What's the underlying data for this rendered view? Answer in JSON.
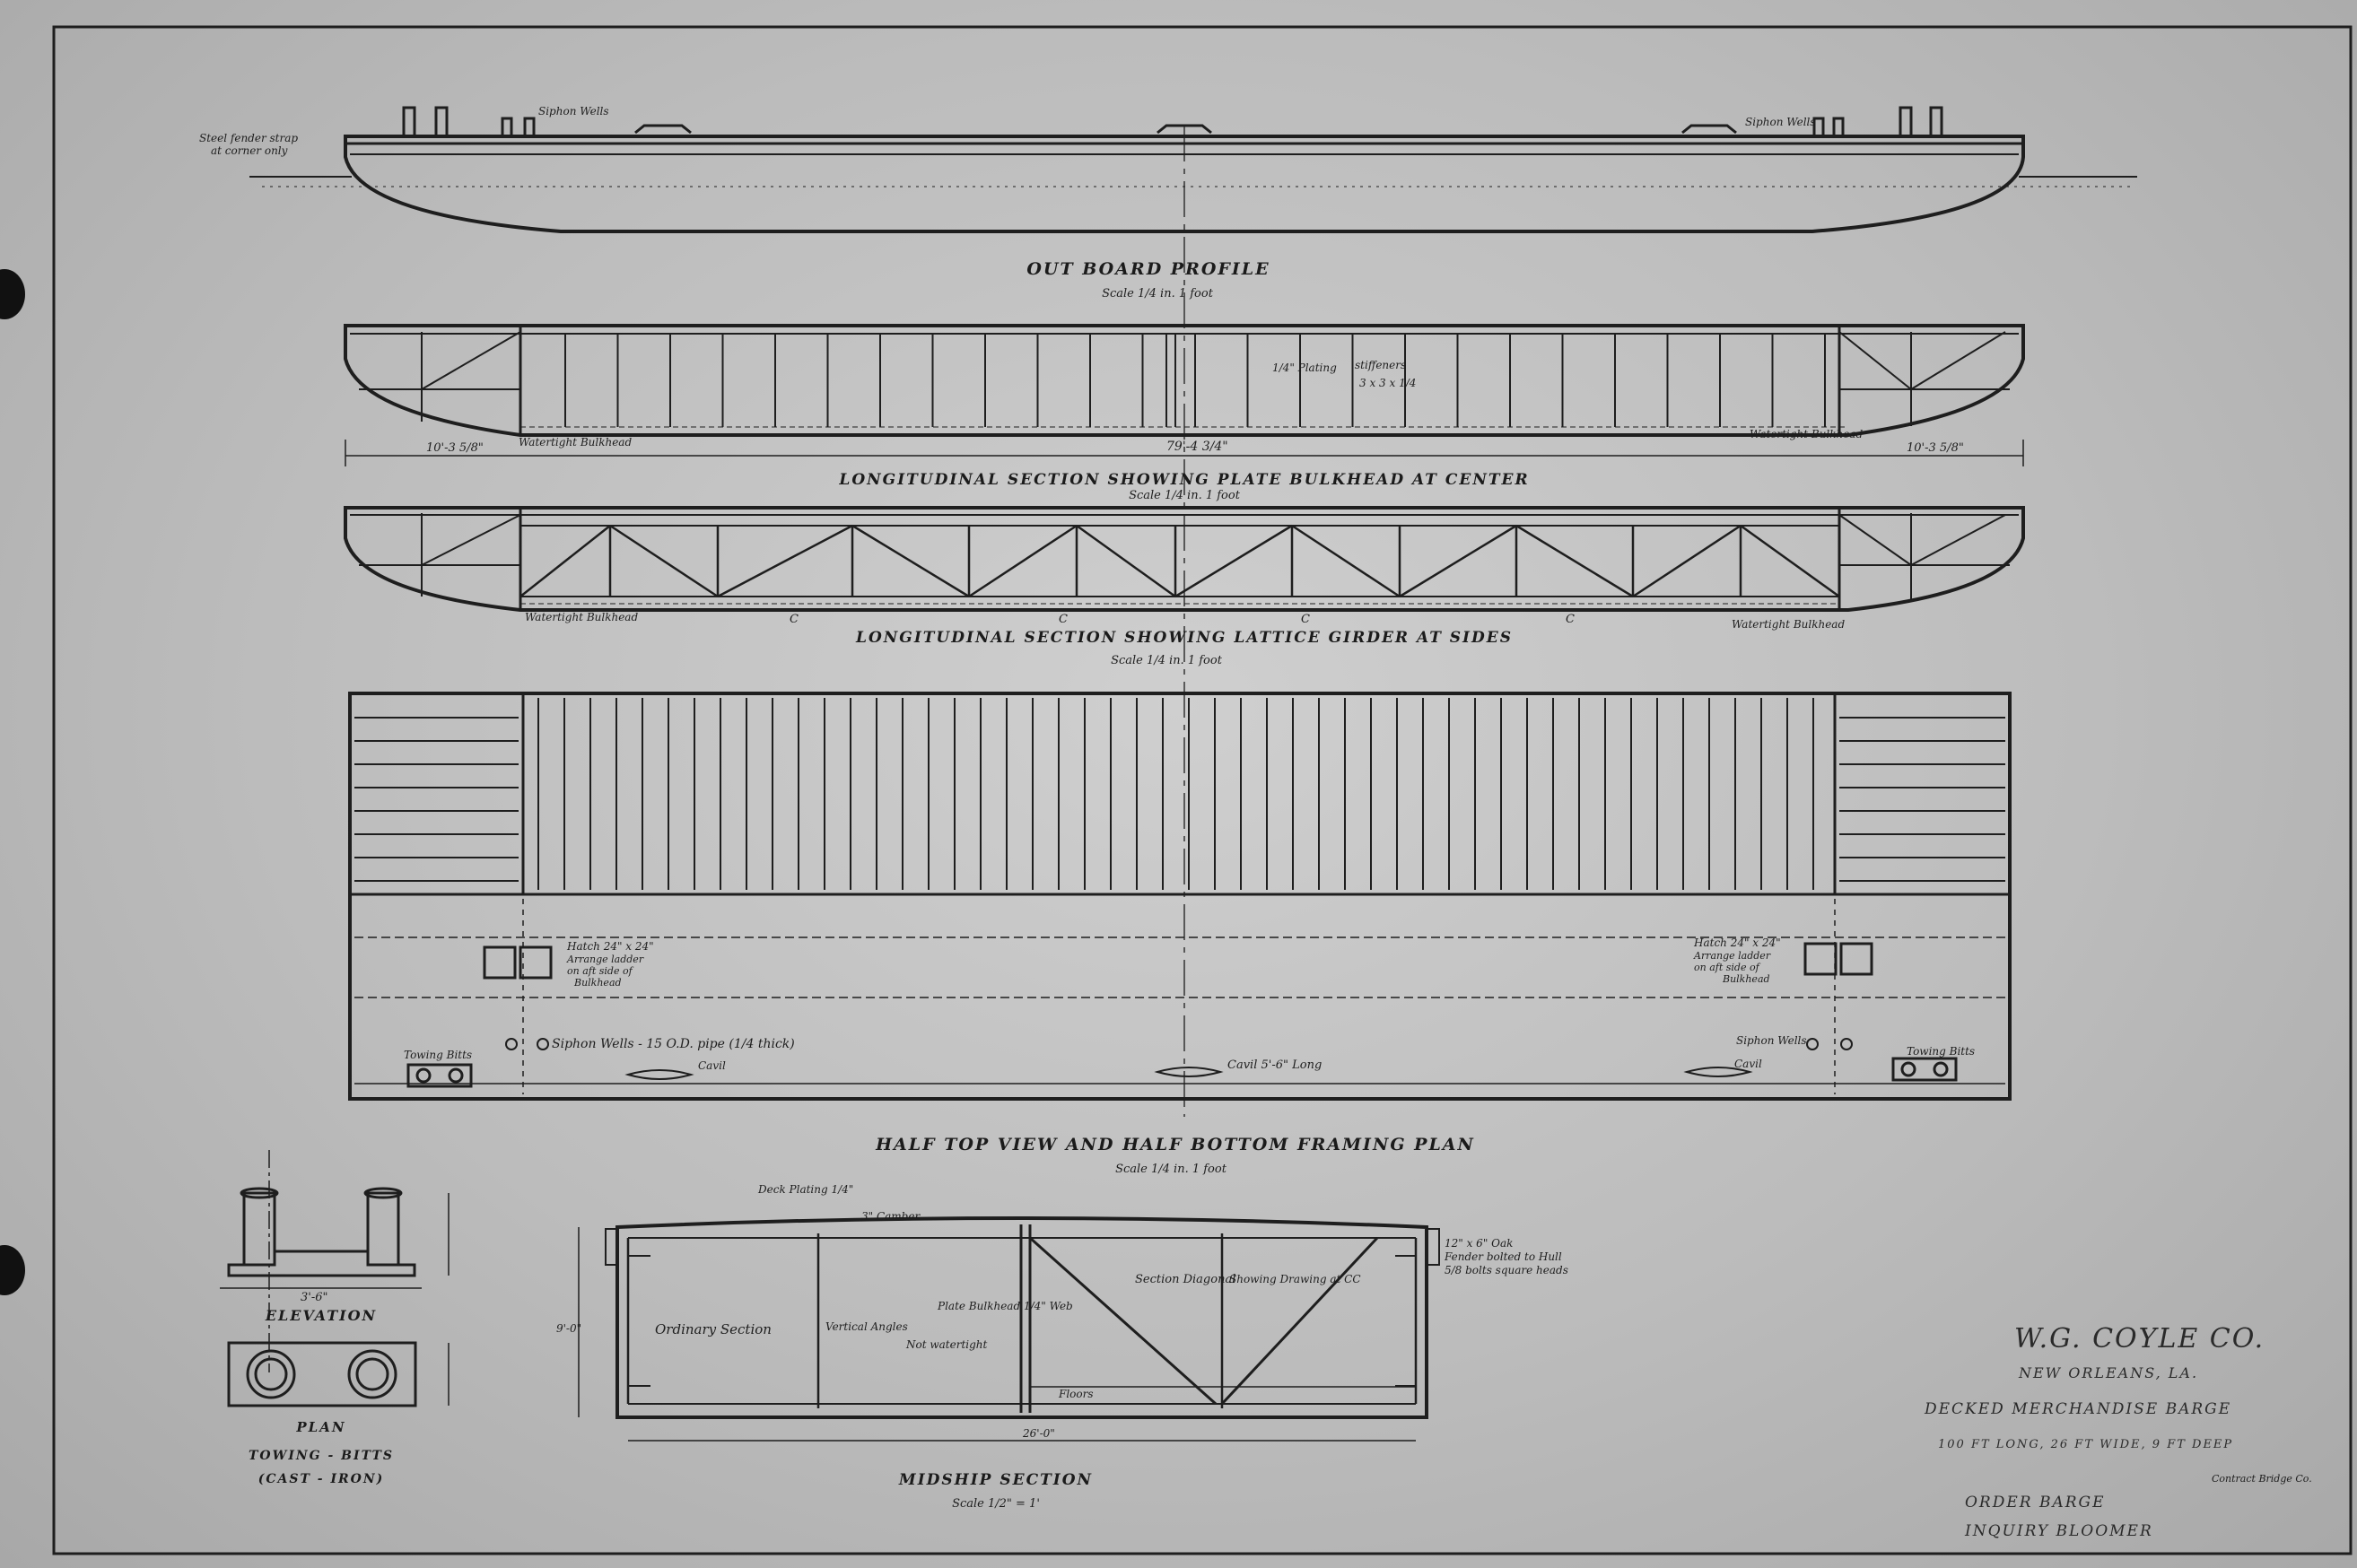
{
  "outboard": {
    "title": "OUT BOARD PROFILE",
    "scale": "Scale 1/4 in. 1 foot",
    "fender_note_1": "Steel fender strap",
    "fender_note_2": "at corner only",
    "siphon_left": "Siphon Wells",
    "siphon_right": "Siphon Wells"
  },
  "long1": {
    "title": "LONGITUDINAL SECTION SHOWING PLATE BULKHEAD AT CENTER",
    "scale": "Scale 1/4 in. 1 foot",
    "plating_note": "1/4\" Plating",
    "stiffeners_note": "stiffeners",
    "stiffener_size": "3 x 3 x 1/4",
    "wt_left": "Watertight Bulkhead",
    "wt_right": "Watertight Bulkhead",
    "dim_left": "10'-3 5/8\"",
    "dim_center": "79'-4 3/4\"",
    "dim_right": "10'-3 5/8\""
  },
  "long2": {
    "title": "LONGITUDINAL SECTION SHOWING LATTICE GIRDER AT SIDES",
    "scale": "Scale 1/4 in. 1 foot",
    "wt_left": "Watertight Bulkhead",
    "wt_right": "Watertight Bulkhead",
    "c_marks": [
      "C",
      "C",
      "C",
      "C"
    ]
  },
  "plan": {
    "title": "HALF TOP VIEW AND HALF BOTTOM FRAMING PLAN",
    "scale": "Scale 1/4 in. 1 foot",
    "hatch_left": "Hatch 24\" x 24\"",
    "hatch_left_2": "Arrange ladder",
    "hatch_left_3": "on aft side of",
    "hatch_left_4": "Bulkhead",
    "hatch_right": "Hatch 24\" x 24\"",
    "hatch_right_2": "Arrange ladder",
    "hatch_right_3": "on aft side of",
    "hatch_right_4": "Bulkhead",
    "towing_left": "Towing Bitts",
    "towing_right": "Towing Bitts",
    "siphon_left": "Siphon Wells - 15 O.D. pipe (1/4 thick)",
    "siphon_right": "Siphon Wells",
    "cavil_left": "Cavil",
    "cavil_center": "Cavil 5'-6\" Long",
    "cavil_right": "Cavil"
  },
  "bitts": {
    "elevation_title": "ELEVATION",
    "plan_title": "PLAN",
    "caption_1": "TOWING - BITTS",
    "caption_2": "(CAST - IRON)",
    "width_dim": "3'-6\""
  },
  "midship": {
    "title": "MIDSHIP SECTION",
    "scale": "Scale 1/2\" = 1'",
    "deck_plating": "Deck Plating 1/4\"",
    "camber": "3\" Camber",
    "ordinary": "Ordinary Section",
    "vertical_angles": "Vertical Angles",
    "plate_bulkhead": "Plate Bulkhead 1/4\" Web",
    "not_watertight": "Not watertight",
    "section_diagonal": "Section Diagonal",
    "showing_drawing": "Showing Drawing at CC",
    "floors": "Floors",
    "oak_note": "12\" x 6\" Oak",
    "oak_note_2": "Fender bolted to Hull",
    "oak_note_3": "5/8 bolts square heads",
    "depth_dim": "9'-0\"",
    "beam_dim": "26'-0\""
  },
  "title_block": {
    "company": "W.G. COYLE CO.",
    "city": "NEW ORLEANS, LA.",
    "subject": "DECKED MERCHANDISE BARGE",
    "size": "100 FT LONG, 26 FT WIDE, 9 FT DEEP",
    "order": "ORDER BARGE",
    "inquiry": "INQUIRY BLOOMER",
    "notes": "Contract Bridge Co."
  }
}
